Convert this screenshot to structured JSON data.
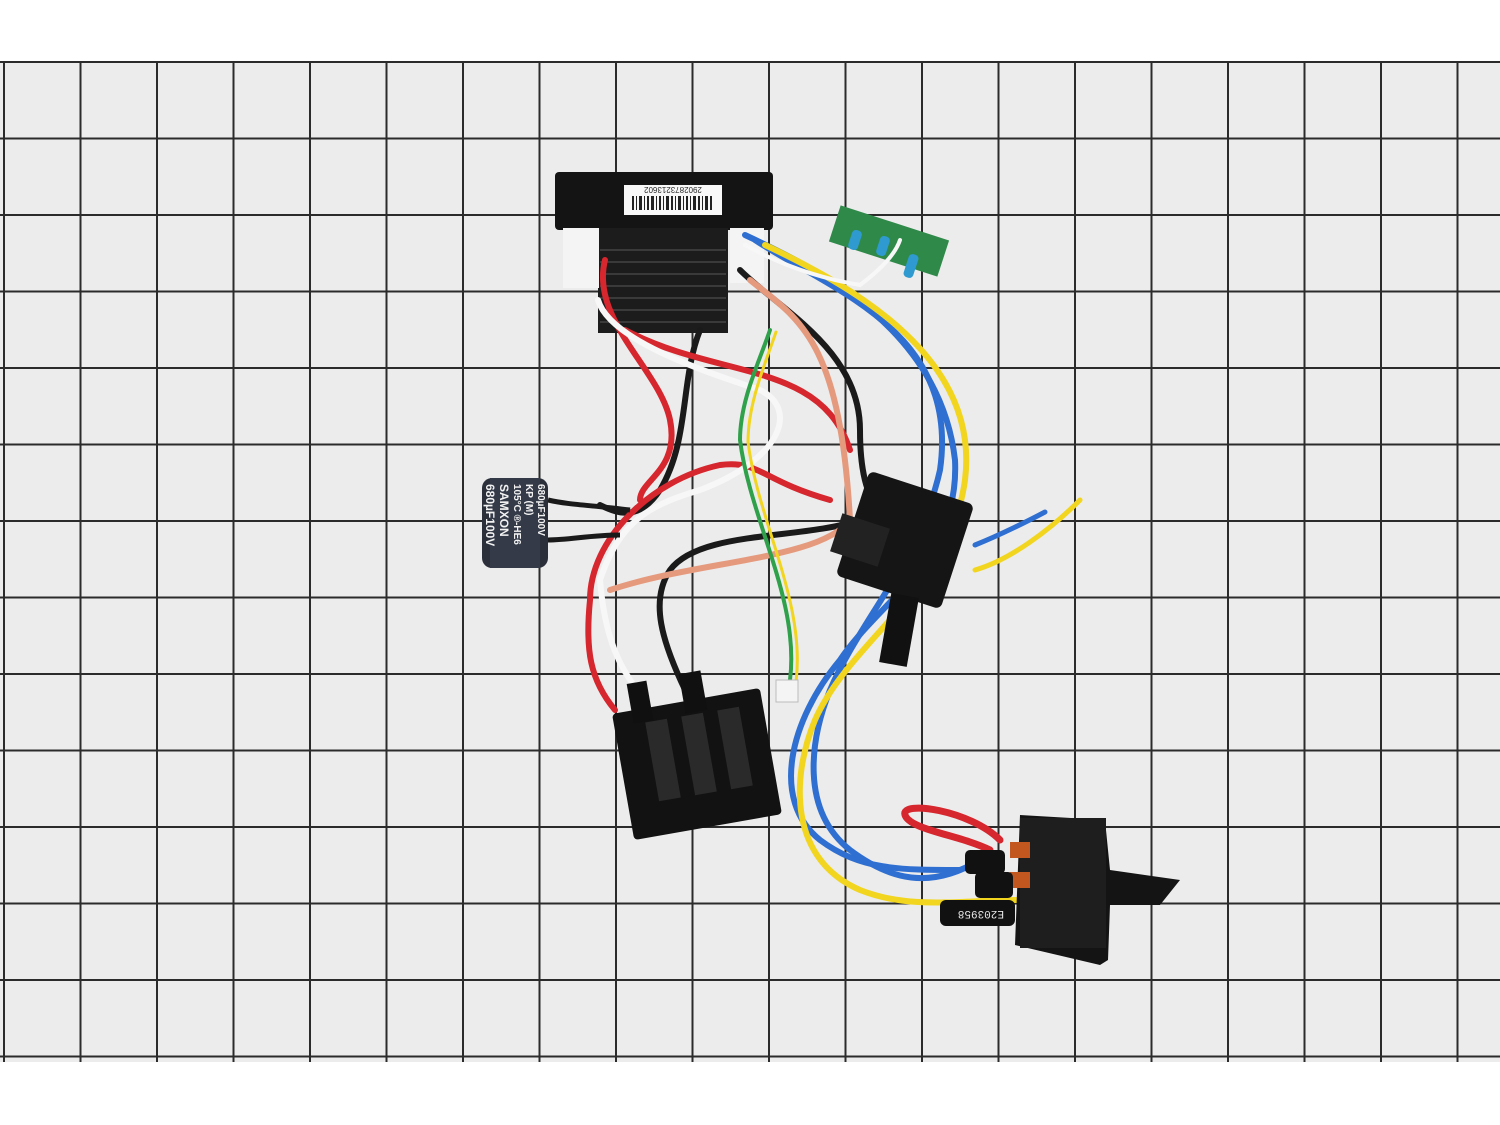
{
  "photo": {
    "background_color": "#ffffff",
    "paper_color": "#ececec",
    "grid_line_color": "#2b2b2b",
    "wire_colors": {
      "red": "#d6262e",
      "black": "#1a1a1a",
      "white": "#f7f7f7",
      "blue": "#2f6fd1",
      "yellow": "#f1d51f",
      "salmon": "#e59a7e",
      "green": "#2fa14a"
    }
  },
  "controller": {
    "barcode_label": "2902873213602"
  },
  "capacitor": {
    "lines": [
      "680µF100V",
      "KP (M)",
      "105°C ®-HE6",
      "SAMXON",
      "680µF100V"
    ]
  },
  "rocker_switch": {
    "stamp": "E203958"
  }
}
